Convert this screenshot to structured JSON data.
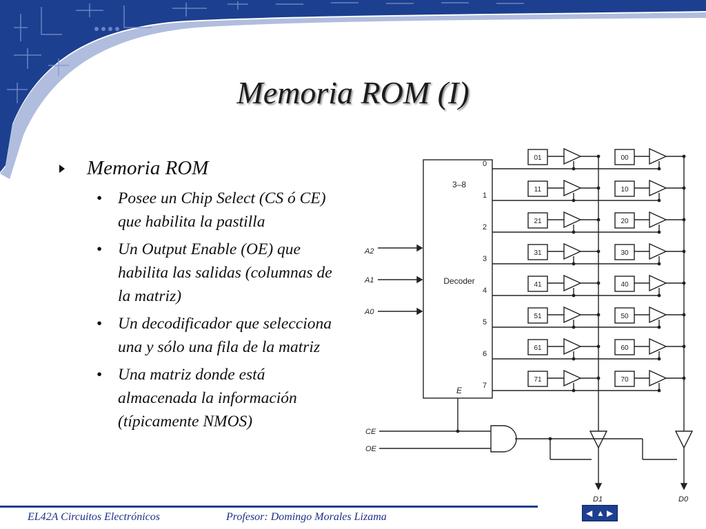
{
  "slide": {
    "title": "Memoria ROM (I)",
    "heading": "Memoria ROM",
    "bullets": [
      "Posee un Chip Select (CS ó CE) que habilita la pastilla",
      "Un Output Enable (OE) que habilita las salidas (columnas de la matriz)",
      "Un decodificador que selecciona una y sólo una fila de la matriz",
      "Una matriz donde está almacenada la información (típicamente NMOS)"
    ],
    "bullet_symbol": "•"
  },
  "diagram": {
    "decoder_labels": [
      "3–8",
      "Decoder",
      "E"
    ],
    "address_inputs": [
      "A2",
      "A1",
      "A0"
    ],
    "output_lines": [
      "0",
      "1",
      "2",
      "3",
      "4",
      "5",
      "6",
      "7"
    ],
    "cells_col1": [
      "01",
      "11",
      "21",
      "31",
      "41",
      "51",
      "61",
      "71"
    ],
    "cells_col0": [
      "00",
      "10",
      "20",
      "30",
      "40",
      "50",
      "60",
      "70"
    ],
    "control_inputs": [
      "CE",
      "OE"
    ],
    "data_outputs": [
      "D1",
      "D0"
    ]
  },
  "footer": {
    "course": "EL42A Circuitos Electrónicos",
    "professor": "Profesor: Domingo Morales Lizama"
  },
  "colors": {
    "banner": "#1d3f8f",
    "accent_line": "#1a3a8a"
  }
}
